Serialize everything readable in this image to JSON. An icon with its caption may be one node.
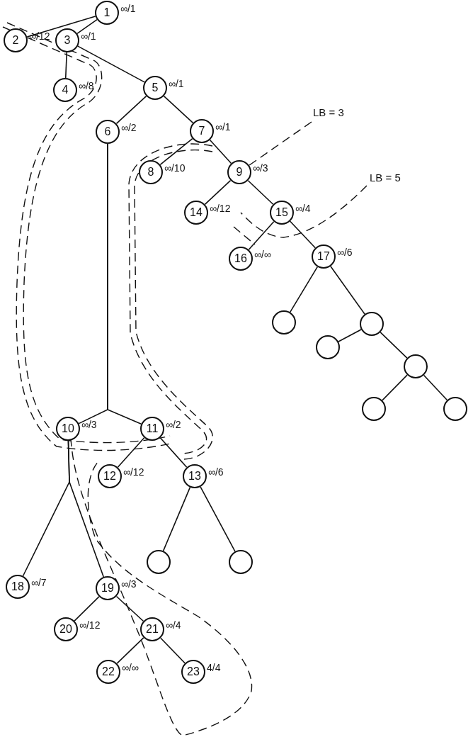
{
  "diagram": {
    "nodes": [
      {
        "text": [
          "1"
        ],
        "beside": [
          "∞/1"
        ]
      },
      {
        "text": [
          "2"
        ],
        "beside": [
          "∞/12"
        ]
      },
      {
        "text": [
          "3"
        ],
        "beside": [
          "∞/1"
        ]
      },
      {
        "text": [
          "4"
        ],
        "beside": [
          "∞/8"
        ]
      },
      {
        "text": [
          "5"
        ],
        "beside": [
          "∞/1"
        ]
      },
      {
        "text": [
          "6"
        ],
        "beside": [
          "∞/2"
        ]
      },
      {
        "text": [
          "7"
        ],
        "beside": [
          "∞/1"
        ]
      },
      {
        "text": [
          "8"
        ],
        "beside": [
          "∞/10"
        ]
      },
      {
        "text": [
          "9"
        ],
        "beside": [
          "∞/3"
        ]
      },
      {
        "text": [
          "10"
        ],
        "beside": [
          "∞/3"
        ]
      },
      {
        "text": [
          "11"
        ],
        "beside": [
          "∞/2"
        ]
      },
      {
        "text": [
          "12"
        ],
        "beside": [
          "∞/12"
        ]
      },
      {
        "text": [
          "13"
        ],
        "beside": [
          "∞/6"
        ]
      },
      {
        "text": [
          "14"
        ],
        "beside": [
          "∞/12"
        ]
      },
      {
        "text": [
          "15"
        ],
        "beside": [
          "∞/4"
        ]
      },
      {
        "text": [
          "16"
        ],
        "beside": [
          "∞/∞"
        ]
      },
      {
        "text": [
          "17"
        ],
        "beside": [
          "∞/6"
        ]
      },
      {
        "text": [
          "18"
        ],
        "beside": [
          "∞/7"
        ]
      },
      {
        "text": [
          "19"
        ],
        "beside": [
          "∞/3"
        ]
      },
      {
        "text": [
          "20"
        ],
        "beside": [
          "∞/12"
        ]
      },
      {
        "text": [
          "21"
        ],
        "beside": [
          "∞/4"
        ]
      },
      {
        "text": [
          "22"
        ],
        "beside": [
          "∞/∞"
        ]
      },
      {
        "text": [
          "23"
        ],
        "beside": [
          "4/4"
        ]
      },
      {
        "text": [],
        "shape": "circle"
      },
      {
        "text": [],
        "shape": "circle"
      },
      {
        "text": [],
        "shape": "circle"
      },
      {
        "text": [],
        "shape": "circle"
      },
      {
        "text": [],
        "shape": "circle"
      },
      {
        "text": [],
        "shape": "circle"
      },
      {
        "text": [],
        "shape": "circle"
      },
      {
        "text": [],
        "shape": "circle"
      }
    ],
    "edges": [
      {
        "from": 0,
        "to": 1,
        "arrow": "none"
      },
      {
        "from": 0,
        "to": 2,
        "arrow": "none"
      },
      {
        "from": 2,
        "to": 3,
        "arrow": "none"
      },
      {
        "from": 2,
        "to": 4,
        "arrow": "none"
      },
      {
        "from": 4,
        "to": 5,
        "arrow": "none"
      },
      {
        "from": 4,
        "to": 6,
        "arrow": "none"
      },
      {
        "from": 6,
        "to": 7,
        "arrow": "none"
      },
      {
        "from": 6,
        "to": 8,
        "arrow": "none"
      },
      {
        "from": 8,
        "to": 13,
        "arrow": "none"
      },
      {
        "from": 8,
        "to": 14,
        "arrow": "none"
      },
      {
        "from": 14,
        "to": 15,
        "arrow": "none"
      },
      {
        "from": 14,
        "to": 16,
        "arrow": "none"
      },
      {
        "from": 16,
        "to": 23,
        "arrow": "none"
      },
      {
        "from": 16,
        "to": 24,
        "arrow": "none"
      },
      {
        "from": 24,
        "to": 25,
        "arrow": "none"
      },
      {
        "from": 24,
        "to": 26,
        "arrow": "none"
      },
      {
        "from": 26,
        "to": 27,
        "arrow": "none"
      },
      {
        "from": 26,
        "to": 28,
        "arrow": "none"
      },
      {
        "from": 5,
        "to": 9,
        "arrow": "none"
      },
      {
        "from": 5,
        "to": 10,
        "arrow": "none"
      },
      {
        "from": 10,
        "to": 11,
        "arrow": "none"
      },
      {
        "from": 10,
        "to": 12,
        "arrow": "none"
      },
      {
        "from": 12,
        "to": 29,
        "arrow": "none"
      },
      {
        "from": 12,
        "to": 30,
        "arrow": "none"
      },
      {
        "from": 9,
        "to": 17,
        "arrow": "none"
      },
      {
        "from": 9,
        "to": 18,
        "arrow": "none"
      },
      {
        "from": 18,
        "to": 19,
        "arrow": "none"
      },
      {
        "from": 18,
        "to": 20,
        "arrow": "none"
      },
      {
        "from": 20,
        "to": 21,
        "arrow": "none"
      },
      {
        "from": 20,
        "to": 22,
        "arrow": "none"
      }
    ],
    "labels": [
      "LB = 3",
      "LB = 5"
    ]
  }
}
